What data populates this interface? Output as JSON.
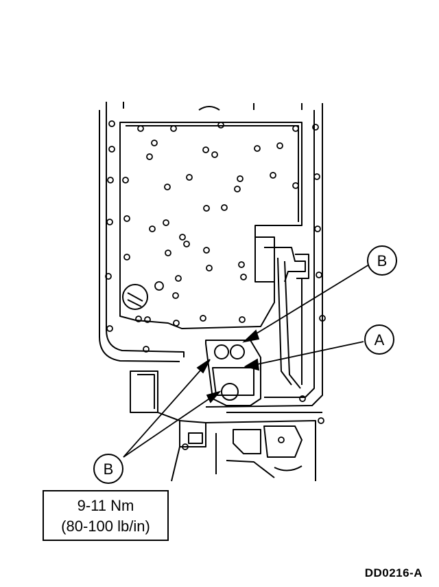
{
  "callouts": {
    "b_upper": "B",
    "a": "A",
    "b_lower": "B"
  },
  "torque": {
    "metric": "9-11 Nm",
    "imperial": "(80-100 lb/in)"
  },
  "figure_id": "DD0216-A",
  "colors": {
    "ink": "#000000",
    "paper": "#ffffff"
  }
}
